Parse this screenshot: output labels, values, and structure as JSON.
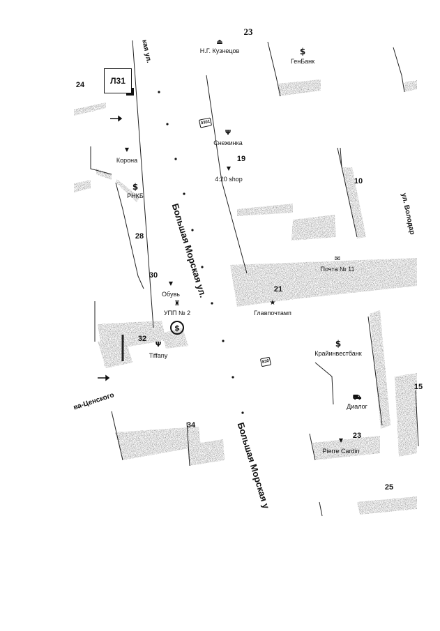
{
  "page_number": "23",
  "sheet_label": "Л31",
  "route_labels": [
    "0301",
    "830"
  ],
  "streets": {
    "main_upper": "Большая Морская ул.",
    "main_lower": "Большая Морская у",
    "top_fragment": "кая ул.",
    "side_left": "ва-Ценского",
    "side_right": "ул. Володар"
  },
  "house_numbers": {
    "n24": "24",
    "n19": "19",
    "n10": "10",
    "n28": "28",
    "n30": "30",
    "n21": "21",
    "n32": "32",
    "n34": "34",
    "n23": "23",
    "n25": "25",
    "n15": "15"
  },
  "pois": {
    "kuznetsov": {
      "name": "Н.Г. Кузнецов",
      "icon": "monument-icon",
      "glyph": "⏏"
    },
    "genbank": {
      "name": "ГенБанк",
      "icon": "bank-icon",
      "glyph": "$"
    },
    "snezhinka": {
      "name": "Снежинка",
      "icon": "restaurant-icon",
      "glyph": "Ψ"
    },
    "korona": {
      "name": "Корона",
      "icon": "clothing-icon",
      "glyph": "▼"
    },
    "shop420": {
      "name": "4:20 shop",
      "icon": "clothing-icon",
      "glyph": "▼"
    },
    "rnkb": {
      "name": "РНКБ",
      "icon": "bank-icon",
      "glyph": "$"
    },
    "pochta": {
      "name": "Почта № 11",
      "icon": "mail-icon",
      "glyph": "✉"
    },
    "obuv": {
      "name": "Обувь",
      "icon": "clothing-icon",
      "glyph": "▼"
    },
    "upp": {
      "name": "УПП № 2",
      "icon": "police-icon",
      "glyph": "♜"
    },
    "glavpochtamp": {
      "name": "Главпочтамп",
      "icon": "star-icon",
      "glyph": "★"
    },
    "tiffany": {
      "name": "Tiffany",
      "icon": "restaurant-icon",
      "glyph": "Ψ"
    },
    "kraiinvest": {
      "name": "Крайинвестбанк",
      "icon": "bank-icon",
      "glyph": "$"
    },
    "dialog": {
      "name": "Диалог",
      "icon": "cart-icon",
      "glyph": "⛟"
    },
    "pierre": {
      "name": "Pierre Cardin",
      "icon": "clothing-icon",
      "glyph": "▼"
    }
  },
  "colors": {
    "ink": "#111111",
    "shade": "#8a8a8a",
    "paper": "#ffffff"
  }
}
